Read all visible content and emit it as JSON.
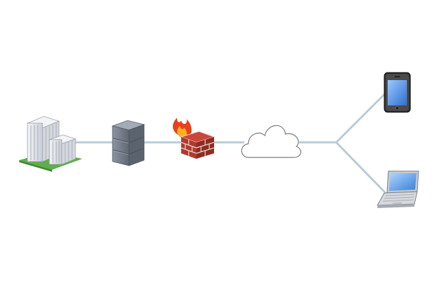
{
  "diagram": {
    "nodes": [
      {
        "id": "building",
        "icon": "office-building-icon"
      },
      {
        "id": "server",
        "icon": "server-rack-icon"
      },
      {
        "id": "firewall",
        "icon": "firewall-icon"
      },
      {
        "id": "cloud",
        "icon": "cloud-icon"
      },
      {
        "id": "phone",
        "icon": "smartphone-icon"
      },
      {
        "id": "laptop",
        "icon": "laptop-icon"
      }
    ],
    "connections": [
      {
        "from": "building",
        "to": "server"
      },
      {
        "from": "server",
        "to": "firewall"
      },
      {
        "from": "firewall",
        "to": "cloud"
      },
      {
        "from": "cloud",
        "to": "branch-point"
      },
      {
        "from": "branch-point",
        "to": "phone"
      },
      {
        "from": "branch-point",
        "to": "laptop"
      }
    ],
    "colors": {
      "connector": "#b8cad8",
      "building_wall": "#e6e8ec",
      "building_shadow": "#b9bec7",
      "lawn": "#5fae4a",
      "server_body": "#7b8491",
      "server_dark": "#5b636f",
      "brick": "#b03a2e",
      "brick_mortar": "#e9d6cf",
      "flame_outer": "#e8401c",
      "flame_inner": "#ffb020",
      "cloud_stroke": "#7a7a7a",
      "phone_body": "#2d2d2d",
      "phone_screen": "#3a7fe0",
      "laptop_body": "#c7cbd0",
      "laptop_screen": "#4a90e2"
    }
  }
}
